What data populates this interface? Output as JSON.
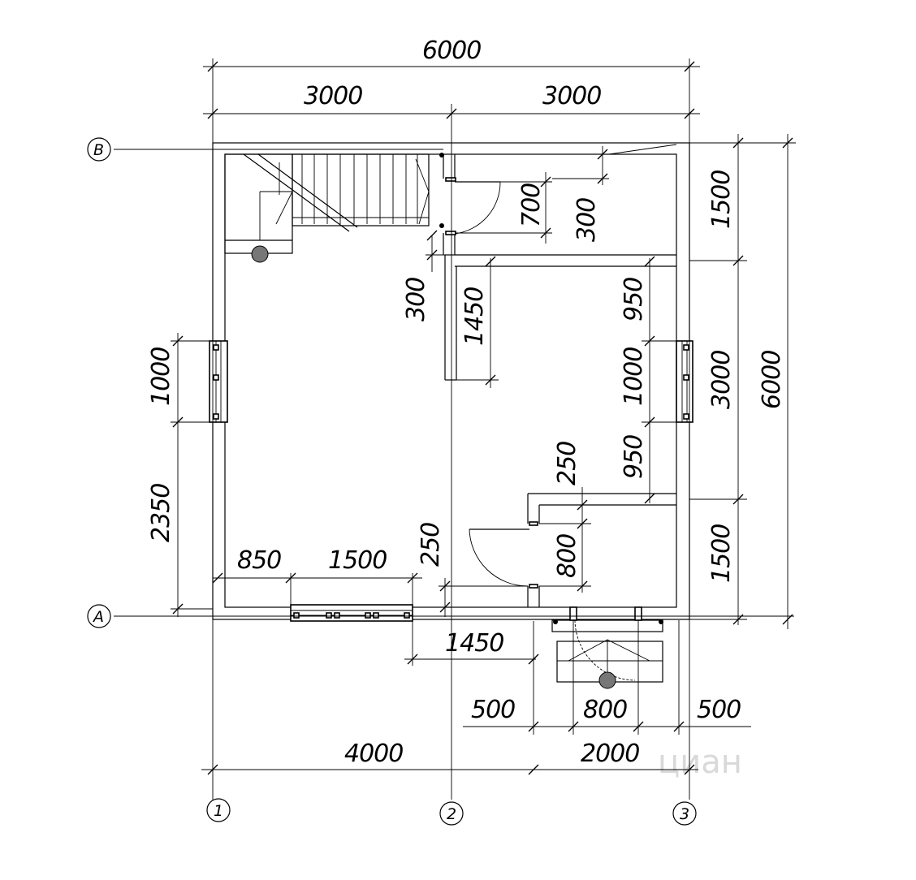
{
  "watermark": "циан",
  "axes": {
    "rows": [
      "В",
      "А"
    ],
    "columns": [
      "1",
      "2",
      "3"
    ]
  },
  "dimensions": {
    "top_total": "6000",
    "top_left": "3000",
    "top_right": "3000",
    "right_top": "1500",
    "right_middle": "3000",
    "right_bottom": "1500",
    "right_total": "6000",
    "left_window": "1000",
    "left_lower": "2350",
    "bottom_850": "850",
    "bottom_1500": "1500",
    "bottom_1450": "1450",
    "bottom_500_left": "500",
    "bottom_800": "800",
    "bottom_500_right": "500",
    "bottom_4000": "4000",
    "bottom_2000": "2000",
    "bath_door_700": "700",
    "bath_door_300": "300",
    "partition_300": "300",
    "partition_1450": "1450",
    "right_950_top": "950",
    "right_window_1000": "1000",
    "right_950_bottom": "950",
    "inner_250_top": "250",
    "inner_250_left": "250",
    "inner_door_800": "800"
  }
}
